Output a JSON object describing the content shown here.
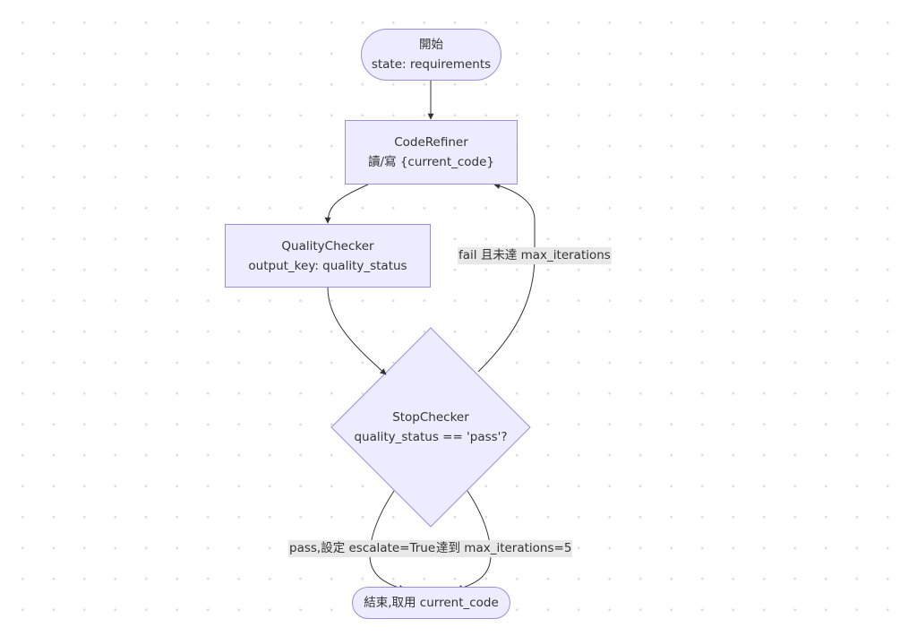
{
  "nodes": {
    "start": {
      "line1": "開始",
      "line2": "state: requirements"
    },
    "code_refiner": {
      "line1": "CodeRefiner",
      "line2": "讀/寫 {current_code}"
    },
    "quality_checker": {
      "line1": "QualityChecker",
      "line2": "output_key: quality_status"
    },
    "stop_checker": {
      "line1": "StopChecker",
      "line2": "quality_status == 'pass'?"
    },
    "end": {
      "line1": "結束,取用 current_code"
    }
  },
  "edge_labels": {
    "loop_back": "fail 且未達 max_iterations",
    "pass": "pass,設定 escalate=True",
    "max_reached": "達到 max_iterations=5"
  },
  "colors": {
    "node_fill": "#ececfe",
    "node_stroke": "#9b8fdc",
    "edge": "#333333",
    "label_bg": "#e8e8e8"
  }
}
